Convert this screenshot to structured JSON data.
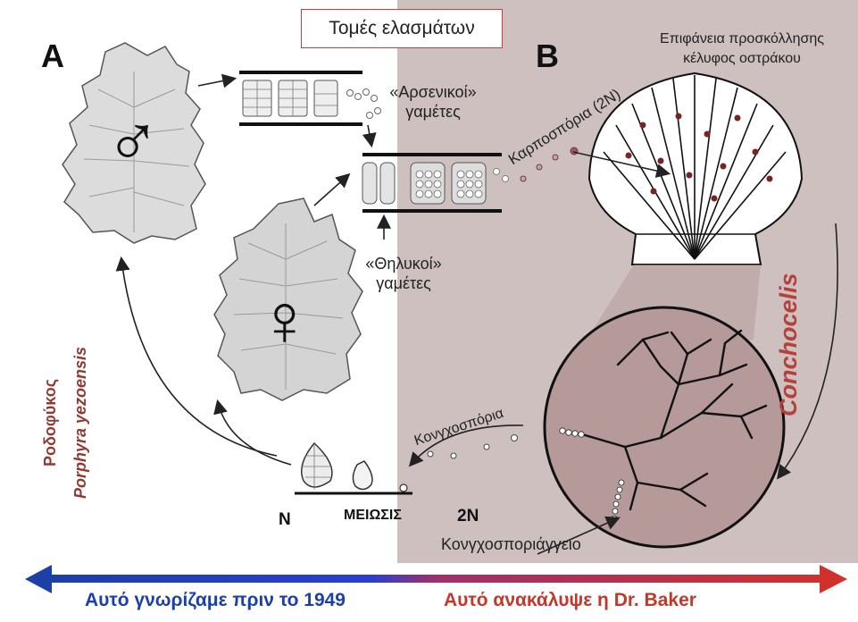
{
  "title": "Τομές ελασμάτων",
  "panel_a": "A",
  "panel_b": "B",
  "male_gametes": [
    "«Αρσενικοί»",
    "γαμέτες"
  ],
  "female_gametes": [
    "«Θηλυκοί»",
    "γαμέτες"
  ],
  "carpospores": "Καρποσπόρια (2N)",
  "shell_surface": [
    "Επιφάνεια προσκόλλησης",
    "κέλυφος οστράκου"
  ],
  "conchocelis": "Conchocelis",
  "conchospores": "Κονγχοσπόρια",
  "conchosporangium": "Κονγχοσποριάγγειο",
  "label_n": "N",
  "meiosis": "ΜΕΙΩΣΙΣ",
  "label_2n": "2N",
  "species_common": "Ροδοφύκος",
  "species_latin": "Porphyra yezoensis",
  "bottom_left": "Αυτό γνωρίζαμε πριν το 1949",
  "bottom_right": "Αυτό ανακάλυψε η Dr. Baker",
  "male_symbol": "♂",
  "female_symbol": "♀",
  "colors": {
    "right_bg": "#cfc0c0",
    "circle_fill": "#b69a9a",
    "arrow_blue": "#1c3fa8",
    "arrow_red": "#d0312d",
    "dark_red_text": "#8e3b33",
    "conchocelis_text": "#b3423b",
    "dots": "#7a2323"
  }
}
